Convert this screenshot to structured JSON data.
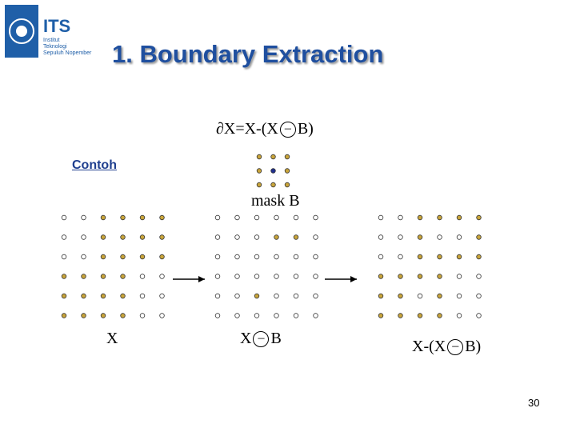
{
  "logo": {
    "text": "ITS",
    "subtext_lines": [
      "Institut",
      "Teknologi",
      "Sepuluh Nopember"
    ]
  },
  "slide": {
    "title": "1. Boundary Extraction",
    "formula_left": "∂X=X-(X",
    "formula_op": "–",
    "formula_right": "B)",
    "contoh": "Contoh",
    "mask_label": "mask B",
    "label_x": "X",
    "label_erode_left": "X",
    "label_erode_op": "–",
    "label_erode_right": "B",
    "label_result_left": "X-(X",
    "label_result_op": "–",
    "label_result_right": "B)",
    "page_number": "30"
  },
  "colors": {
    "title": "#1f4f9f",
    "foreground_point": "#c9a53b",
    "background_point": "#ffffff",
    "mask_center": "#1f2f8f",
    "arrow": "#000000"
  },
  "grids": {
    "mask_b": [
      [
        1,
        1,
        1
      ],
      [
        1,
        2,
        1
      ],
      [
        1,
        1,
        1
      ]
    ],
    "x": [
      [
        0,
        0,
        1,
        1,
        1,
        1
      ],
      [
        0,
        0,
        1,
        1,
        1,
        1
      ],
      [
        0,
        0,
        1,
        1,
        1,
        1
      ],
      [
        1,
        1,
        1,
        1,
        0,
        0
      ],
      [
        1,
        1,
        1,
        1,
        0,
        0
      ],
      [
        1,
        1,
        1,
        1,
        0,
        0
      ]
    ],
    "x_eroded": [
      [
        0,
        0,
        0,
        0,
        0,
        0
      ],
      [
        0,
        0,
        0,
        1,
        1,
        0
      ],
      [
        0,
        0,
        0,
        0,
        0,
        0
      ],
      [
        0,
        0,
        0,
        0,
        0,
        0
      ],
      [
        0,
        0,
        1,
        0,
        0,
        0
      ],
      [
        0,
        0,
        0,
        0,
        0,
        0
      ]
    ],
    "boundary": [
      [
        0,
        0,
        1,
        1,
        1,
        1
      ],
      [
        0,
        0,
        1,
        0,
        0,
        1
      ],
      [
        0,
        0,
        1,
        1,
        1,
        1
      ],
      [
        1,
        1,
        1,
        1,
        0,
        0
      ],
      [
        1,
        1,
        0,
        1,
        0,
        0
      ],
      [
        1,
        1,
        1,
        1,
        0,
        0
      ]
    ]
  }
}
